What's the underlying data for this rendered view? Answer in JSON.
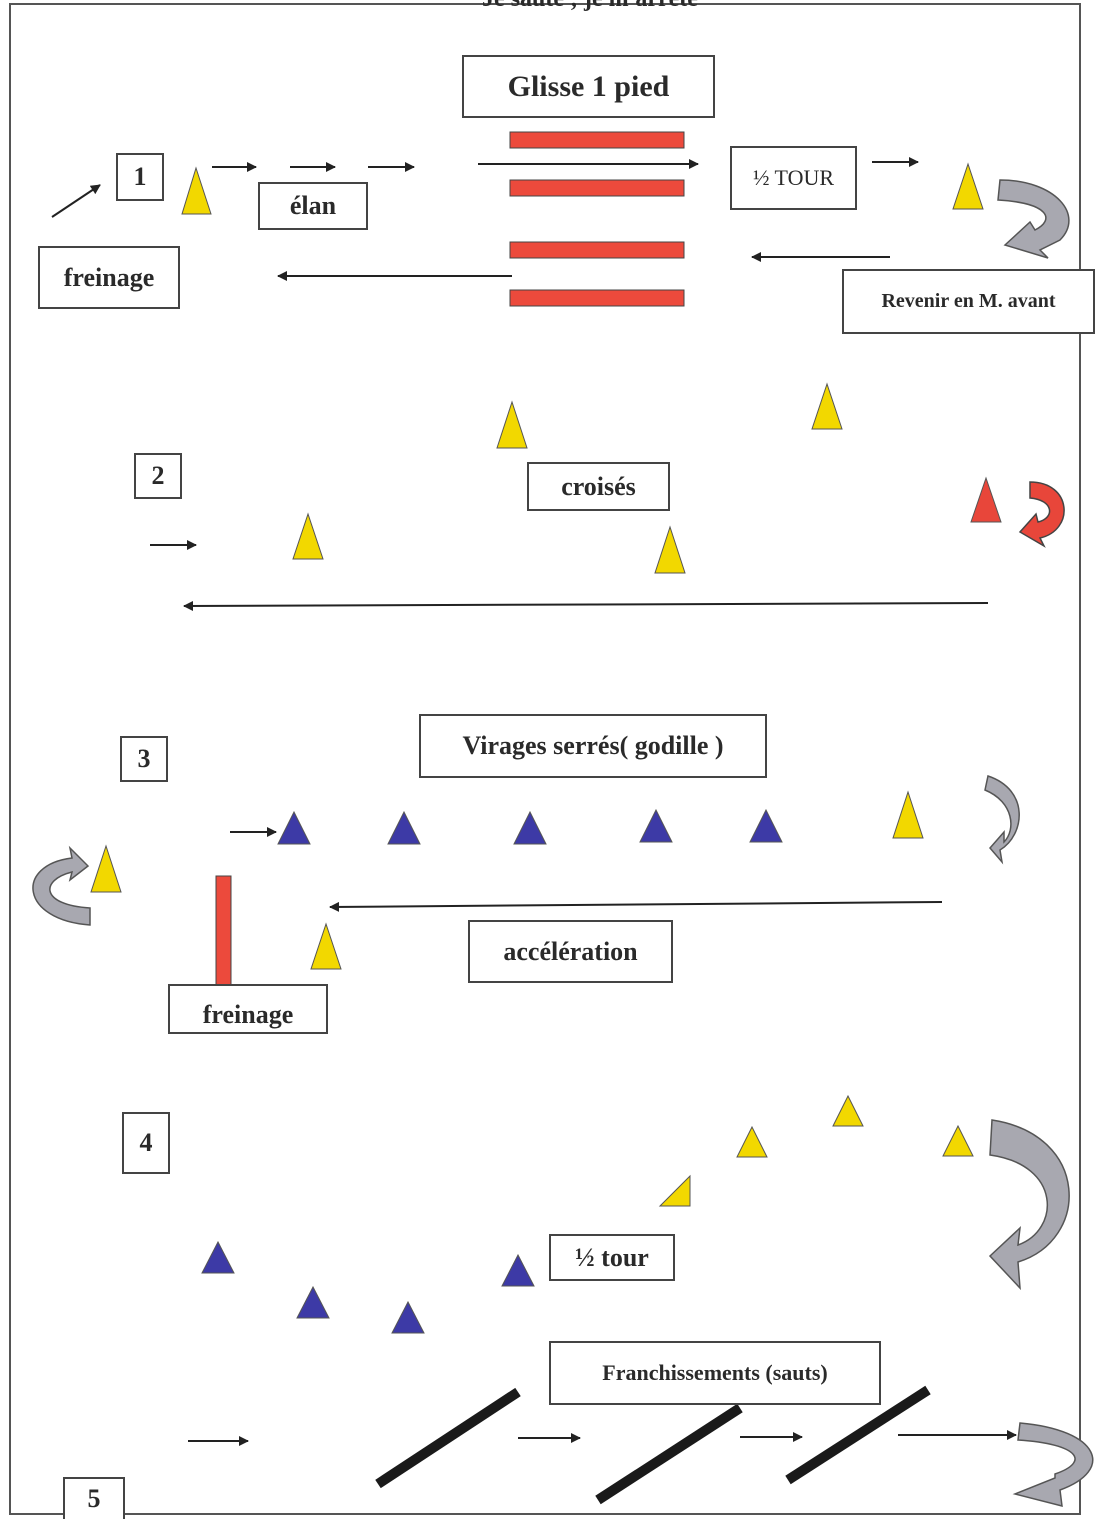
{
  "page": {
    "title": "Je saute ; je m'arrête"
  },
  "sections": {
    "s1": {
      "number": "1",
      "title": "Glisse 1 pied",
      "elan": "élan",
      "freinage": "freinage",
      "demi_tour": "½ TOUR",
      "revenir": "Revenir en M. avant"
    },
    "s2": {
      "number": "2",
      "croises": "croisés"
    },
    "s3": {
      "number": "3",
      "title": "Virages serrés( godille )",
      "acceleration": "accélération",
      "freinage": "freinage"
    },
    "s4": {
      "number": "4",
      "demi_tour": "½ tour"
    },
    "s5": {
      "number": "5",
      "title": "Franchissements (sauts)"
    }
  },
  "colors": {
    "cone_yellow": "#f2d800",
    "cone_blue": "#3d3aa6",
    "cone_red": "#e8463a",
    "bar_red": "#ec4a3c",
    "turn_arrow_grey": "#a8a8b0",
    "turn_arrow_red": "#e8463a",
    "jump_bar": "#1a1a1a",
    "frame": "#555555"
  }
}
